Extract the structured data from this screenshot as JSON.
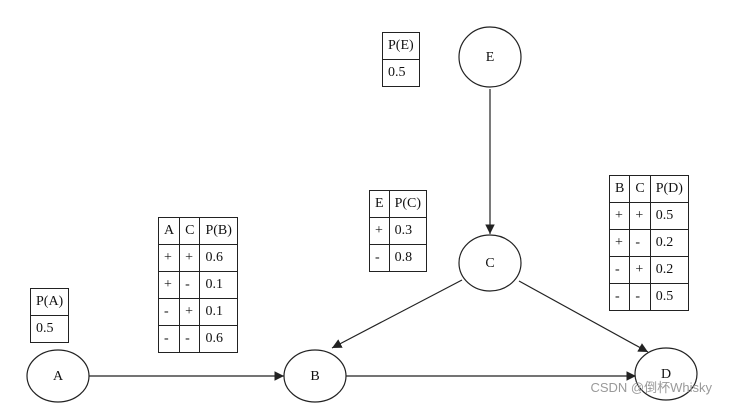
{
  "nodes": [
    {
      "id": "A",
      "label": "A"
    },
    {
      "id": "B",
      "label": "B"
    },
    {
      "id": "C",
      "label": "C"
    },
    {
      "id": "D",
      "label": "D"
    },
    {
      "id": "E",
      "label": "E"
    }
  ],
  "edges": [
    {
      "from": "A",
      "to": "B"
    },
    {
      "from": "C",
      "to": "B"
    },
    {
      "from": "E",
      "to": "C"
    },
    {
      "from": "C",
      "to": "D"
    },
    {
      "from": "B",
      "to": "D"
    }
  ],
  "tables": {
    "pa": {
      "header": [
        "P(A)"
      ],
      "rows": [
        [
          "0.5"
        ]
      ]
    },
    "pe": {
      "header": [
        "P(E)"
      ],
      "rows": [
        [
          "0.5"
        ]
      ]
    },
    "pc": {
      "header": [
        "E",
        "P(C)"
      ],
      "rows": [
        [
          "+",
          "0.3"
        ],
        [
          "-",
          "0.8"
        ]
      ]
    },
    "pb": {
      "header": [
        "A",
        "C",
        "P(B)"
      ],
      "rows": [
        [
          "+",
          "+",
          "0.6"
        ],
        [
          "+",
          "-",
          "0.1"
        ],
        [
          "-",
          "+",
          "0.1"
        ],
        [
          "-",
          "-",
          "0.6"
        ]
      ]
    },
    "pd": {
      "header": [
        "B",
        "C",
        "P(D)"
      ],
      "rows": [
        [
          "+",
          "+",
          "0.5"
        ],
        [
          "+",
          "-",
          "0.2"
        ],
        [
          "-",
          "+",
          "0.2"
        ],
        [
          "-",
          "-",
          "0.5"
        ]
      ]
    }
  },
  "watermark": "CSDN @倒杯Whisky"
}
